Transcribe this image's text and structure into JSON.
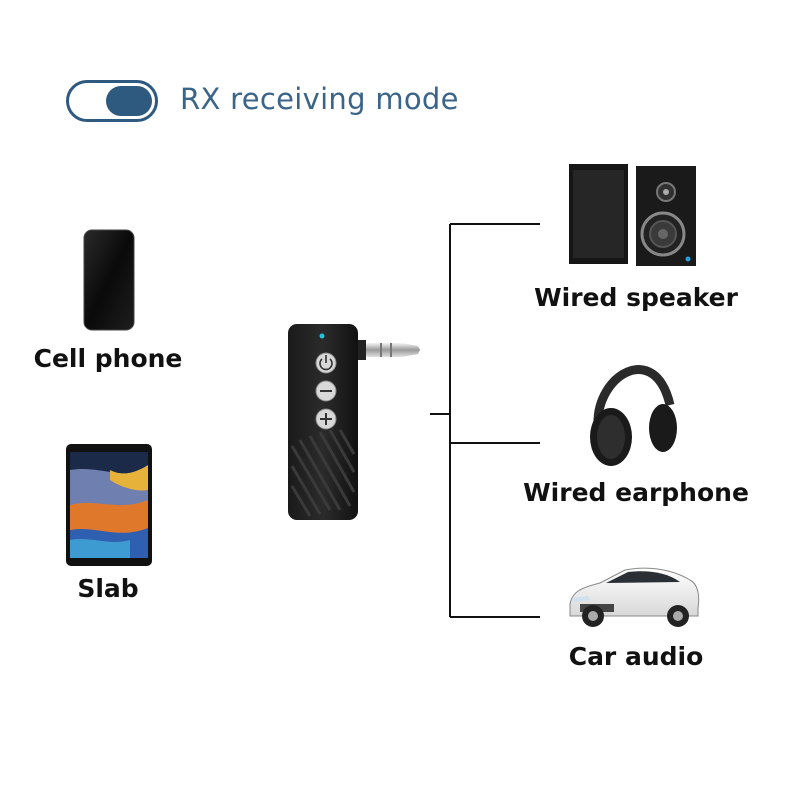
{
  "mode": {
    "label": "RX receiving mode",
    "toggle_on": true,
    "accent": "#2e5a80"
  },
  "sources": [
    {
      "label": "Cell phone",
      "icon": "cell-phone-icon"
    },
    {
      "label": "Slab",
      "icon": "tablet-icon"
    }
  ],
  "outputs": [
    {
      "label": "Wired speaker",
      "icon": "speaker-icon"
    },
    {
      "label": "Wired earphone",
      "icon": "headphones-icon"
    },
    {
      "label": "Car audio",
      "icon": "car-icon"
    }
  ],
  "device": {
    "icon": "bluetooth-receiver-icon",
    "buttons": [
      "power-icon",
      "minus-icon",
      "plus-icon"
    ]
  }
}
